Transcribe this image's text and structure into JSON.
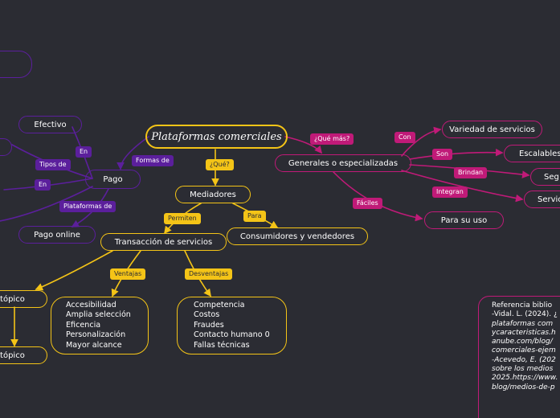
{
  "nodes": {
    "central": "Plataformas comerciales",
    "mediadores": "Mediadores",
    "transaccion": "Transacción de servicios",
    "consumidores": "Consumidores y vendedores",
    "pago": "Pago",
    "efectivo": "Efectivo",
    "pago_online": "Pago online",
    "subtopico_1": "Subtópico",
    "subtopico_2": "Subtópico",
    "generales": "Generales o especializadas",
    "variedad": "Variedad de servicios",
    "escalables": "Escalables",
    "seguras": "Seg",
    "servicios": "Servic",
    "para_su_uso": "Para su uso",
    "ventajas_list": [
      "Accesibilidad",
      "Amplia selección",
      "Eficencia",
      "Personalización",
      "Mayor alcance"
    ],
    "desventajas_list": [
      "Competencia",
      "Costos",
      "Fraudes",
      "Contacto humano 0",
      "Fallas técnicas"
    ]
  },
  "labels": {
    "que": "¿Qué?",
    "permiten": "Permiten",
    "para": "Para",
    "ventajas": "Ventajas",
    "desventajas": "Desventajas",
    "formas_de": "Formas de",
    "tipos_de": "Tipos de",
    "en_1": "En",
    "en_2": "En",
    "plataformas_de": "Plataformas de",
    "que_mas": "¿Qué más?",
    "con": "Con",
    "son": "Son",
    "brindan": "Brindan",
    "integran": "Integran",
    "faciles": "Fáciles"
  },
  "reference": {
    "lines": [
      {
        "t": "Referencia biblio",
        "i": false
      },
      {
        "t": "-Vidal. L. (2024). ¿",
        "i": false
      },
      {
        "t": "plataformas com",
        "i": true
      },
      {
        "t": "ycaracteristicas.h",
        "i": true
      },
      {
        "t": "anube.com/blog/",
        "i": true
      },
      {
        "t": "comerciales-ejem",
        "i": true
      },
      {
        "t": " ",
        "i": false
      },
      {
        "t": "-Acevedo, E. (202",
        "i": true
      },
      {
        "t": "sobre los medios",
        "i": true
      },
      {
        "t": "2025.https://www.",
        "i": true
      },
      {
        "t": "blog/medios-de-p",
        "i": true
      }
    ]
  },
  "colors": {
    "background": "#2b2c33",
    "yellow": "#f4c417",
    "magenta": "#c01a78",
    "purple": "#5b1f9c"
  }
}
